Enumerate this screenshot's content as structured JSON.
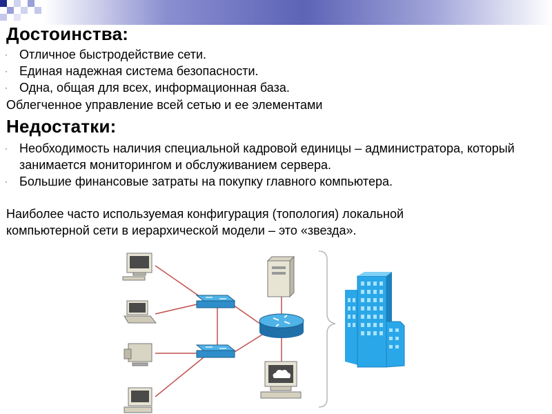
{
  "title_pros": "Достоинства:",
  "pros": [
    "Отличное быстродействие сети.",
    "Единая надежная система безопасности.",
    "Одна, общая для всех, информационная база."
  ],
  "pros_extra": "Облегченное управление всей сетью и ее элементами",
  "title_cons": "Недостатки:",
  "cons": [
    "Необходимость наличия специальной кадровой единицы – администратора, который занимается мониторингом и обслуживанием сервера.",
    "Большие финансовые затраты на покупку главного компьютера."
  ],
  "conclusion": "Наиболее часто используемая конфигурация (топология) локальной компьютерной сети в иерархической модели – это «звезда».",
  "bullet_symbol": "·",
  "colors": {
    "link_line": "#c0504d",
    "device_blue": "#2f8ec9",
    "building_blue": "#2aa7e8",
    "header_gradient": "#5d63b6",
    "checker_dark": "#1f2a8c"
  },
  "diagram_icons": [
    "desktop-pc-icon",
    "laptop-icon",
    "printer-icon",
    "workstation-icon",
    "switch-icon",
    "switch-icon",
    "router-icon",
    "server-icon",
    "cloud-terminal-icon",
    "office-building-icon"
  ]
}
